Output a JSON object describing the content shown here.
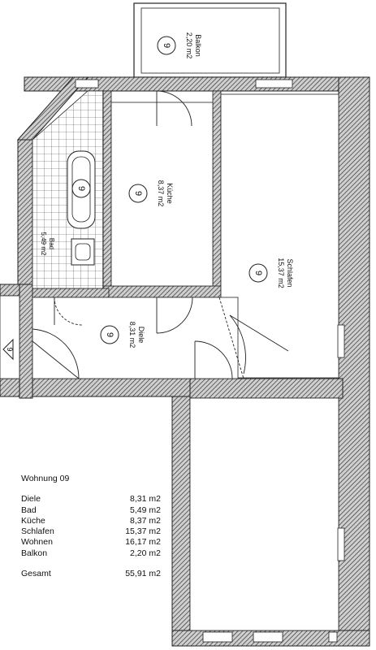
{
  "apartment_title": "Wohnung 09",
  "rooms": [
    {
      "name": "Diele",
      "area": "8,31 m2"
    },
    {
      "name": "Bad",
      "area": "5,49 m2"
    },
    {
      "name": "Küche",
      "area": "8,37 m2"
    },
    {
      "name": "Schlafen",
      "area": "15,37 m2"
    },
    {
      "name": "Wohnen",
      "area": "16,17 m2"
    },
    {
      "name": "Balkon",
      "area": "2,20 m2"
    }
  ],
  "total": {
    "label": "Gesamt",
    "area": "55,91 m2"
  },
  "plan_labels": {
    "balkon_name": "Balkon",
    "balkon_area": "2,20 m2",
    "kueche_name": "Küche",
    "kueche_area": "8,37 m2",
    "schlafen_name": "Schlafen",
    "schlafen_area": "15,37 m2",
    "diele_name": "Diele",
    "diele_area": "8,31 m2",
    "bad_name": "Bad",
    "bad_area": "5,49 m2"
  },
  "unit_marker": "9"
}
